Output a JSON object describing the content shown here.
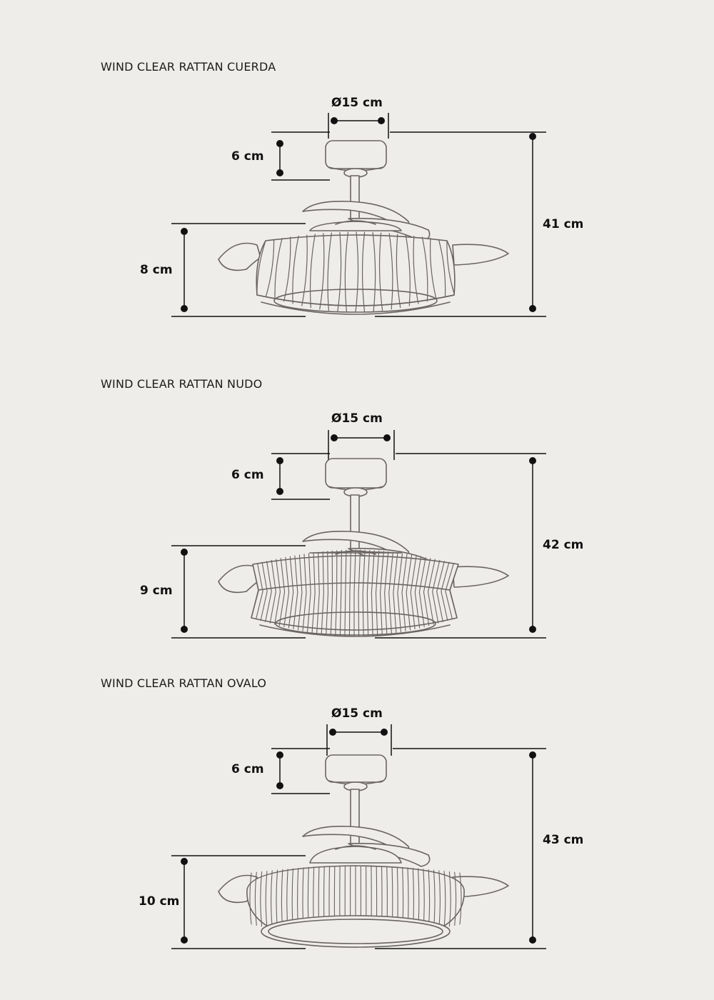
{
  "colors": {
    "background": "#efedea",
    "line": "#6a6463",
    "dim": "#111111"
  },
  "sections": [
    {
      "title": "WIND CLEAR RATTAN CUERDA",
      "diameter": "Ø15 cm",
      "canopy": "6 cm",
      "shade": "8 cm",
      "total": "41 cm",
      "shade_style": "cuerda"
    },
    {
      "title": "WIND CLEAR RATTAN NUDO",
      "diameter": "Ø15 cm",
      "canopy": "6 cm",
      "shade": "9 cm",
      "total": "42 cm",
      "shade_style": "nudo"
    },
    {
      "title": "WIND CLEAR RATTAN OVALO",
      "diameter": "Ø15 cm",
      "canopy": "6 cm",
      "shade": "10 cm",
      "total": "43 cm",
      "shade_style": "ovalo"
    }
  ]
}
